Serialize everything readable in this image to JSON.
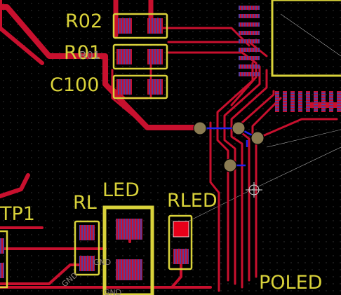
{
  "app": {
    "view": "PCB layout editor – top copper"
  },
  "colors": {
    "background": "#000000",
    "grid_dot": "#3a3a3a",
    "copper_top": "#c8102e",
    "copper_bottom": "#2222ee",
    "silkscreen": "#d9d23a",
    "pad_hatch": "#5a3b9a",
    "via_ring": "#8a7b52",
    "ratsnest": "#cfcfcf"
  },
  "designators": {
    "r02": "R02",
    "r01": "R01",
    "r01_overlap": "R01",
    "c100": "C100",
    "tp1": "TP1",
    "rl": "RL",
    "led": "LED",
    "rled": "RLED",
    "poled": "POLED"
  },
  "net_labels": {
    "gnd_pad_rl": "GND",
    "gnd_trace": "GND",
    "gnd_led": "GND"
  },
  "icons": {
    "crosshair": "crosshair-cursor-icon"
  }
}
